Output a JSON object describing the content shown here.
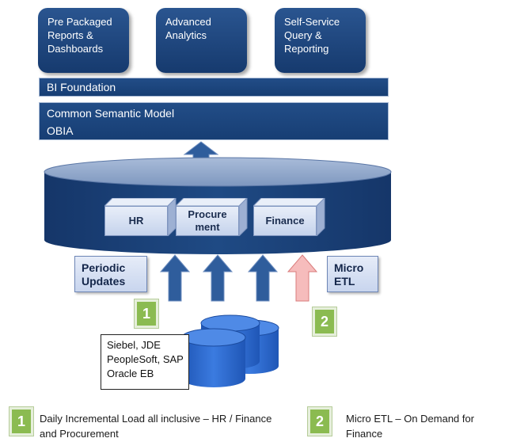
{
  "top_boxes": [
    {
      "lines": [
        "Pre Packaged",
        "Reports &",
        "Dashboards"
      ]
    },
    {
      "lines": [
        "Advanced",
        "Analytics"
      ]
    },
    {
      "lines": [
        "Self-Service",
        "Query &",
        "Reporting"
      ]
    }
  ],
  "bi_foundation": "BI Foundation",
  "semantic_model": {
    "line1": "Common Semantic Model",
    "line2": "OBIA"
  },
  "modules": [
    {
      "lines": [
        "HR"
      ]
    },
    {
      "lines": [
        "Procure",
        "ment"
      ]
    },
    {
      "lines": [
        "Finance"
      ]
    }
  ],
  "periodic_updates": {
    "line1": "Periodic",
    "line2": "Updates"
  },
  "micro_etl": {
    "line1": "Micro",
    "line2": "ETL"
  },
  "badges": {
    "one": "1",
    "two": "2"
  },
  "sources": [
    "Siebel, JDE",
    "PeopleSoft, SAP",
    "Oracle EB"
  ],
  "legend": {
    "item1": {
      "number": "1",
      "line1": "Daily Incremental Load all inclusive – HR / Finance",
      "line2": "and Procurement"
    },
    "item2": {
      "number": "2",
      "line1": "Micro ETL – On Demand for",
      "line2": "Finance"
    }
  },
  "colors": {
    "dark_blue": "#1d4580",
    "light_blue": "#c8d5ee",
    "arrow_blue": "#2f5d9c",
    "arrow_pink": "#f3b6b6",
    "badge_green": "#8bbb51"
  }
}
